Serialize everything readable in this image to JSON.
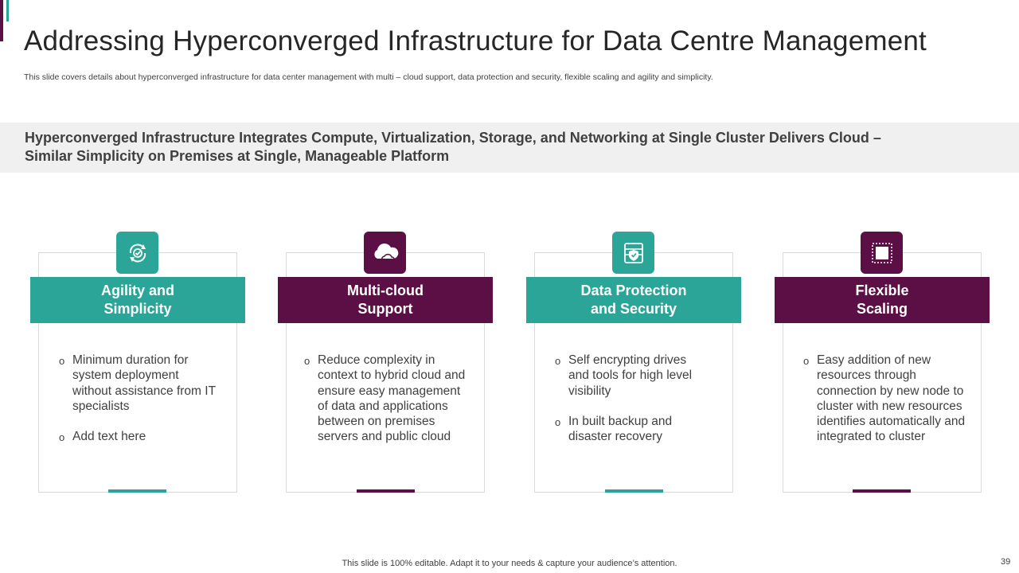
{
  "title": "Addressing Hyperconverged Infrastructure for Data Centre Management",
  "subtitle": "This slide covers details about hyperconverged infrastructure for data center management with multi – cloud support, data protection and security, flexible scaling and agility and simplicity.",
  "banner": {
    "line1": "Hyperconverged Infrastructure Integrates Compute, Virtualization, Storage, and Networking at Single Cluster Delivers Cloud –",
    "line2": "Similar Simplicity on Premises at Single, Manageable Platform"
  },
  "colors": {
    "teal": "#2aa597",
    "plum": "#5b0f45",
    "banner_bg": "#f0f0f0"
  },
  "cards": [
    {
      "icon": "agility-check-cycle-icon",
      "title_line1": "Agility and",
      "title_line2": "Simplicity",
      "bullets": [
        "Minimum duration for system deployment without assistance from IT specialists",
        "Add text here"
      ]
    },
    {
      "icon": "cloud-network-icon",
      "title_line1": "Multi-cloud",
      "title_line2": "Support",
      "bullets": [
        "Reduce complexity in context to hybrid cloud and ensure easy management of data and applications between on premises servers and public cloud"
      ]
    },
    {
      "icon": "database-shield-icon",
      "title_line1": "Data Protection",
      "title_line2": "and Security",
      "bullets": [
        "Self encrypting drives and tools for high level visibility",
        "In built backup and disaster recovery"
      ]
    },
    {
      "icon": "scaling-square-icon",
      "title_line1": "Flexible",
      "title_line2": "Scaling",
      "bullets": [
        "Easy addition of new resources through connection by new node to cluster with new resources identifies automatically and integrated to cluster"
      ]
    }
  ],
  "footer_note": "This slide is 100% editable. Adapt it to your needs & capture your audience’s attention.",
  "page_number": "39"
}
